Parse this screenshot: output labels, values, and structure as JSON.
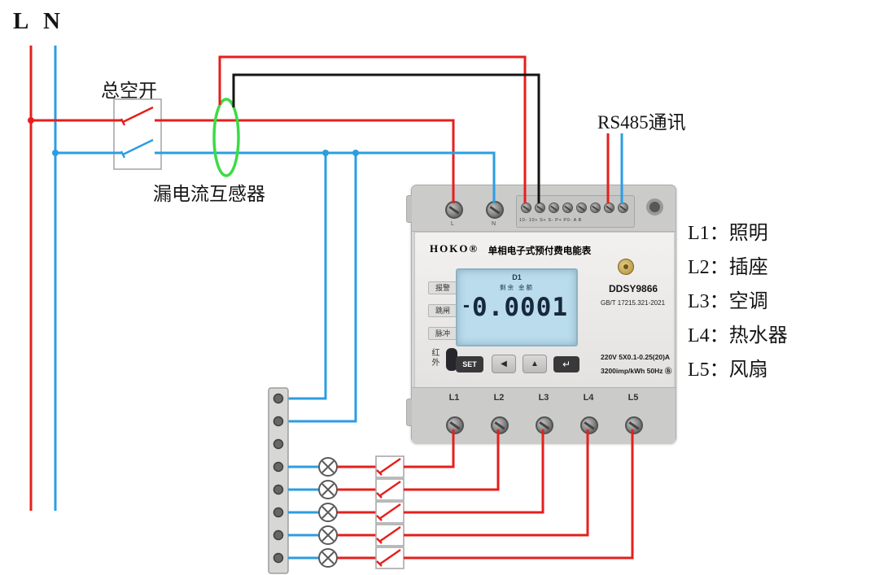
{
  "colors": {
    "live": "#e51f1c",
    "neutral": "#2b9de2",
    "ground_black": "#141414",
    "ct_green": "#3bdc46",
    "meter_brand_red": "#c62а28",
    "lcd_bg": "#badcec"
  },
  "diagram": {
    "supply_label": "L N",
    "main_breaker_label": "总空开",
    "leakage_ct_label": "漏电流互感器",
    "rs485_label": "RS485通讯"
  },
  "legend": {
    "items": [
      "L1：照明",
      "L2：插座",
      "L3：空调",
      "L4：热水器",
      "L5：风扇"
    ]
  },
  "meter": {
    "brand": "HOKO®",
    "title": "单相电子式预付费电能表",
    "model": "DDSY9866",
    "standard": "GB/T 17215.321-2021",
    "indicators": [
      "报警",
      "跳闸",
      "脉冲"
    ],
    "ir_label": "红外",
    "lcd": {
      "mode": "D1",
      "sub_labels": "剩余 金额",
      "minus": "-",
      "value": "0.0001"
    },
    "buttons": {
      "set": "SET",
      "left": "◀",
      "up": "▲",
      "enter": "↵"
    },
    "spec_line1": "220V 5X0.1-0.25(20)A",
    "spec_line2": "3200imp/kWh 50Hz Ⓑ",
    "top_terminals": {
      "l": "L",
      "n": "N",
      "aux_labels": "10- 10+ S+ S- P+ P0- A B"
    },
    "bottom_terminals": [
      "L1",
      "L2",
      "L3",
      "L4",
      "L5"
    ]
  }
}
